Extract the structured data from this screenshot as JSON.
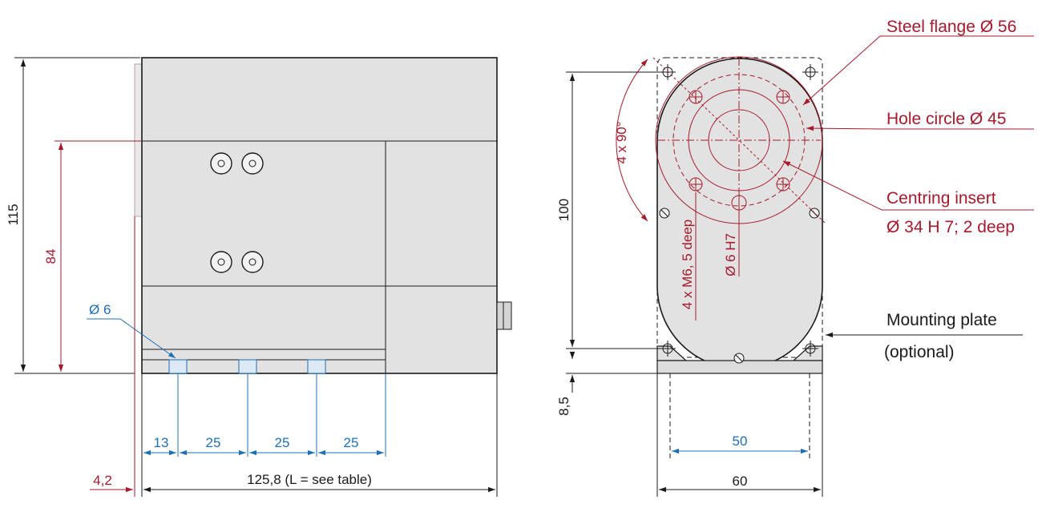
{
  "colors": {
    "outline": "#1a1a1a",
    "body_fill": "#e2e2e2",
    "red_dimension": "#a7192b",
    "blue_dimension": "#1f6fb5"
  },
  "side_view": {
    "dim_height": "115",
    "dim_centre_height": "84",
    "dim_hole_dia": "Ø 6",
    "dim_spacing_13": "13",
    "dim_spacing_25_a": "25",
    "dim_spacing_25_b": "25",
    "dim_spacing_25_c": "25",
    "dim_flange_offset": "4,2",
    "dim_length": "125,8 (L = see table)"
  },
  "front_view": {
    "dim_height_100": "100",
    "dim_plate_thickness": "8,5",
    "dim_width_50": "50",
    "dim_width_60": "60",
    "dim_angle": "4 x 90°",
    "dim_thread": "4 x M6, 5 deep",
    "dim_pin_hole": "Ø 6 H7"
  },
  "callouts": {
    "steel_flange": "Steel flange Ø 56",
    "hole_circle": "Hole circle Ø 45",
    "centring_insert_line1": "Centring insert",
    "centring_insert_line2": "Ø 34 H 7; 2 deep",
    "mounting_plate_line1": "Mounting plate",
    "mounting_plate_line2": "(optional)"
  }
}
